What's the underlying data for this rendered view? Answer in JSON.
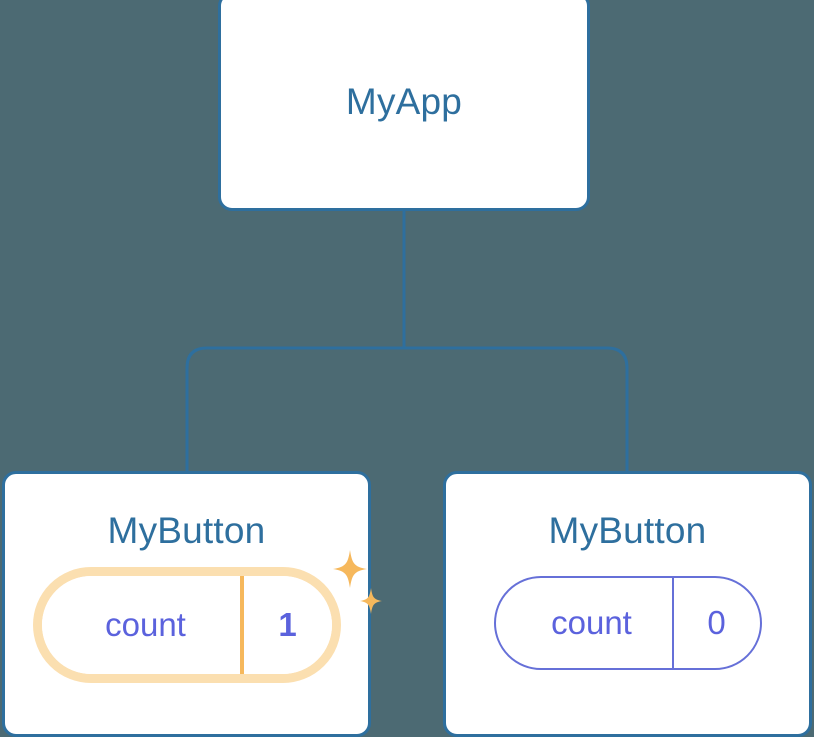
{
  "diagram": {
    "type": "component-tree",
    "background_color": "#4c6a73",
    "accent_color": "#2e6f9e",
    "highlight_color": "#f6b85c",
    "value_color": "#5b62dd",
    "root": {
      "label": "MyApp"
    },
    "children": [
      {
        "label": "MyButton",
        "state": {
          "name": "count",
          "value": "1"
        },
        "highlighted": true,
        "sparkle_icons": [
          "sparkle-large-icon",
          "sparkle-small-icon"
        ]
      },
      {
        "label": "MyButton",
        "state": {
          "name": "count",
          "value": "0"
        },
        "highlighted": false
      }
    ]
  }
}
